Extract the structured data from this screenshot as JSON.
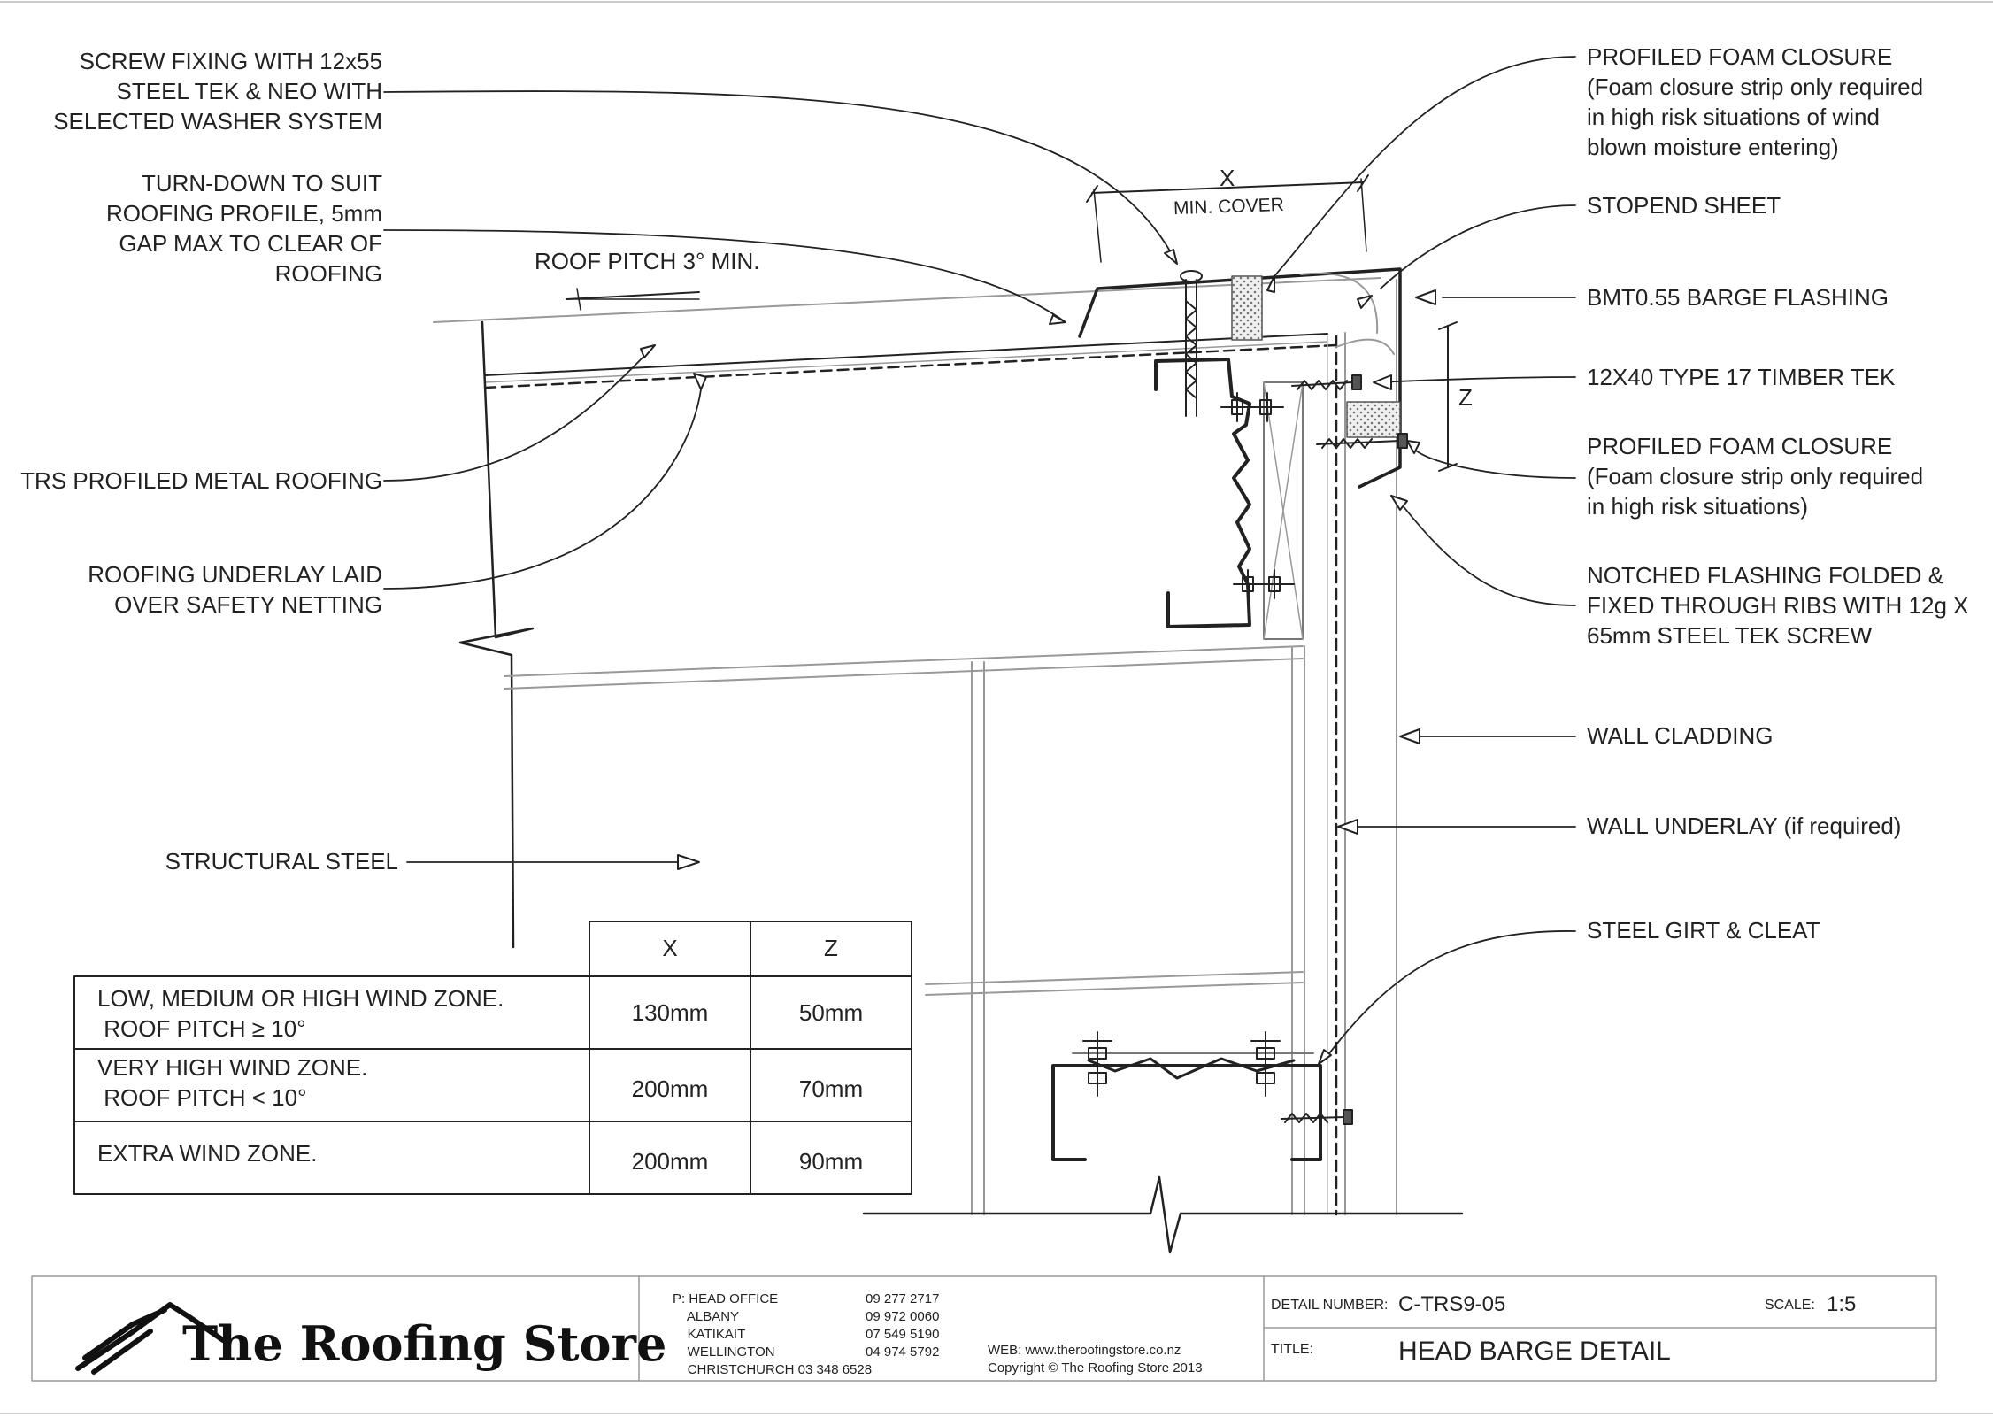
{
  "labels": {
    "screw_fixing": [
      "SCREW FIXING WITH 12x55",
      "STEEL TEK & NEO WITH",
      "SELECTED WASHER SYSTEM"
    ],
    "turn_down": [
      "TURN-DOWN TO SUIT",
      "ROOFING PROFILE, 5mm",
      "GAP MAX TO CLEAR OF",
      "ROOFING"
    ],
    "roof_pitch": "ROOF PITCH 3° MIN.",
    "trs_roofing": "TRS PROFILED METAL ROOFING",
    "underlay": [
      "ROOFING UNDERLAY LAID",
      "OVER SAFETY NETTING"
    ],
    "structural_steel": "STRUCTURAL STEEL",
    "foam_closure_top": [
      "PROFILED FOAM CLOSURE",
      "(Foam closure strip only required",
      "in high risk situations of wind",
      "blown moisture entering)"
    ],
    "stopend": "STOPEND SHEET",
    "barge_flashing": "BMT0.55 BARGE FLASHING",
    "timber_tek": "12X40 TYPE 17 TIMBER TEK",
    "foam_closure_mid": [
      "PROFILED FOAM CLOSURE",
      "(Foam closure strip only required",
      "in high risk situations)"
    ],
    "notched_flashing": [
      "NOTCHED FLASHING FOLDED &",
      "FIXED THROUGH RIBS WITH 12g X",
      "65mm STEEL TEK SCREW"
    ],
    "wall_cladding": "WALL CLADDING",
    "wall_underlay": "WALL UNDERLAY (if required)",
    "steel_girt": "STEEL GIRT & CLEAT"
  },
  "dimensions": {
    "x_label": "X",
    "x_sub": "MIN. COVER",
    "z_label": "Z"
  },
  "table": {
    "headers": [
      "X",
      "Z"
    ],
    "rows": [
      {
        "desc": [
          "LOW, MEDIUM OR HIGH WIND ZONE.",
          " ROOF PITCH ≥ 10°"
        ],
        "x": "130mm",
        "z": "50mm"
      },
      {
        "desc": [
          "VERY HIGH WIND ZONE.",
          " ROOF PITCH < 10°"
        ],
        "x": "200mm",
        "z": "70mm"
      },
      {
        "desc": [
          "EXTRA WIND ZONE."
        ],
        "x": "200mm",
        "z": "90mm"
      }
    ]
  },
  "titleblock": {
    "brand": "The Roofing Store",
    "phones": [
      {
        "label": "P: HEAD OFFICE",
        "number": "09 277 2717"
      },
      {
        "label": "    ALBANY",
        "number": "09 972 0060"
      },
      {
        "label": "    KATIKAIT",
        "number": "07 549 5190"
      },
      {
        "label": "    WELLINGTON",
        "number": "04 974 5792"
      },
      {
        "label": "    CHRISTCHURCH 03 348 6528",
        "number": ""
      }
    ],
    "web": "WEB: www.theroofingstore.co.nz",
    "copyright": "Copyright © The Roofing Store 2013",
    "detail_number_label": "DETAIL NUMBER:",
    "detail_number": "C-TRS9-05",
    "scale_label": "SCALE:",
    "scale": "1:5",
    "title_label": "TITLE:",
    "title": "HEAD BARGE DETAIL"
  },
  "colors": {
    "ink": "#222222",
    "foam": "#d8d8d8"
  }
}
